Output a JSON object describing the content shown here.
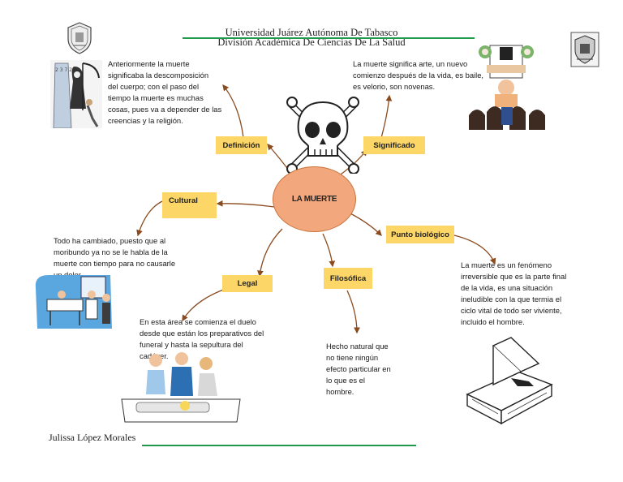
{
  "header": {
    "university": "Universidad Juárez Autónoma De Tabasco",
    "division": "División Académica De Ciencias De La Salud"
  },
  "center": {
    "label": "LA MUERTE"
  },
  "nodes": {
    "definicion": {
      "label": "Definición",
      "text": [
        "Anteriormente la muerte",
        "significaba la descomposición",
        "del cuerpo; con el paso del",
        "tiempo la muerte es muchas",
        "cosas, pues va a depender de las",
        "creencias y la religión."
      ]
    },
    "significado": {
      "label": "Significado",
      "text": [
        "La muerte significa arte, un nuevo",
        "comienzo después de la vida, es baile,",
        "es velorio, son novenas."
      ]
    },
    "cultural": {
      "label": "Cultural",
      "text": [
        "Todo ha cambiado, puesto que al",
        "moribundo ya no se le habla de la",
        "muerte con tiempo para no causarle",
        "un dolor."
      ]
    },
    "punto_biologico": {
      "label": "Punto biológico",
      "text": [
        "La muerte es un fenómeno",
        "irreversible que es la parte final",
        "de la vida, es una situación",
        "ineludible con la que termia el",
        "ciclo vital de todo ser viviente,",
        "incluido el hombre."
      ]
    },
    "legal": {
      "label": "Legal",
      "text": [
        "En esta área se comienza el duelo",
        "desde que están los preparativos del",
        "funeral y hasta la sepultura del",
        "cadáver."
      ]
    },
    "filosofica": {
      "label": "Filosófica",
      "text": [
        "Hecho natural que",
        "no tiene ningún",
        "efecto particular en",
        "lo que es el",
        "hombre."
      ]
    }
  },
  "footer": {
    "author": "Julissa López Morales"
  },
  "colors": {
    "accent_line": "#1e9a4a",
    "box": "#fcd667",
    "center": "#f2a77c",
    "connector": "#8a4b1f"
  },
  "icons": [
    "university-seal-icon",
    "skull-crossbones-icon",
    "grim-reaper-icon",
    "altar-mourners-icon",
    "hospital-bed-icon",
    "funeral-family-icon",
    "coffin-icon"
  ]
}
